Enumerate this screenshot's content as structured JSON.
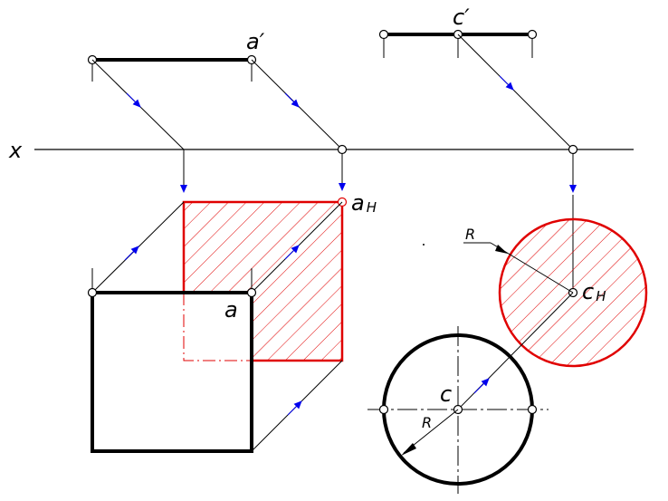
{
  "labels": {
    "axis": "x",
    "a_prime": "a′",
    "c_prime": "c′",
    "a_h": "a",
    "a_h_sub": "H",
    "a": "a",
    "c": "c",
    "c_h": "c",
    "c_h_sub": "H",
    "radius_top": "R",
    "radius_bottom": "R"
  },
  "colors": {
    "object": "#000000",
    "shadow": "#e00000",
    "arrow": "#0000ee"
  }
}
